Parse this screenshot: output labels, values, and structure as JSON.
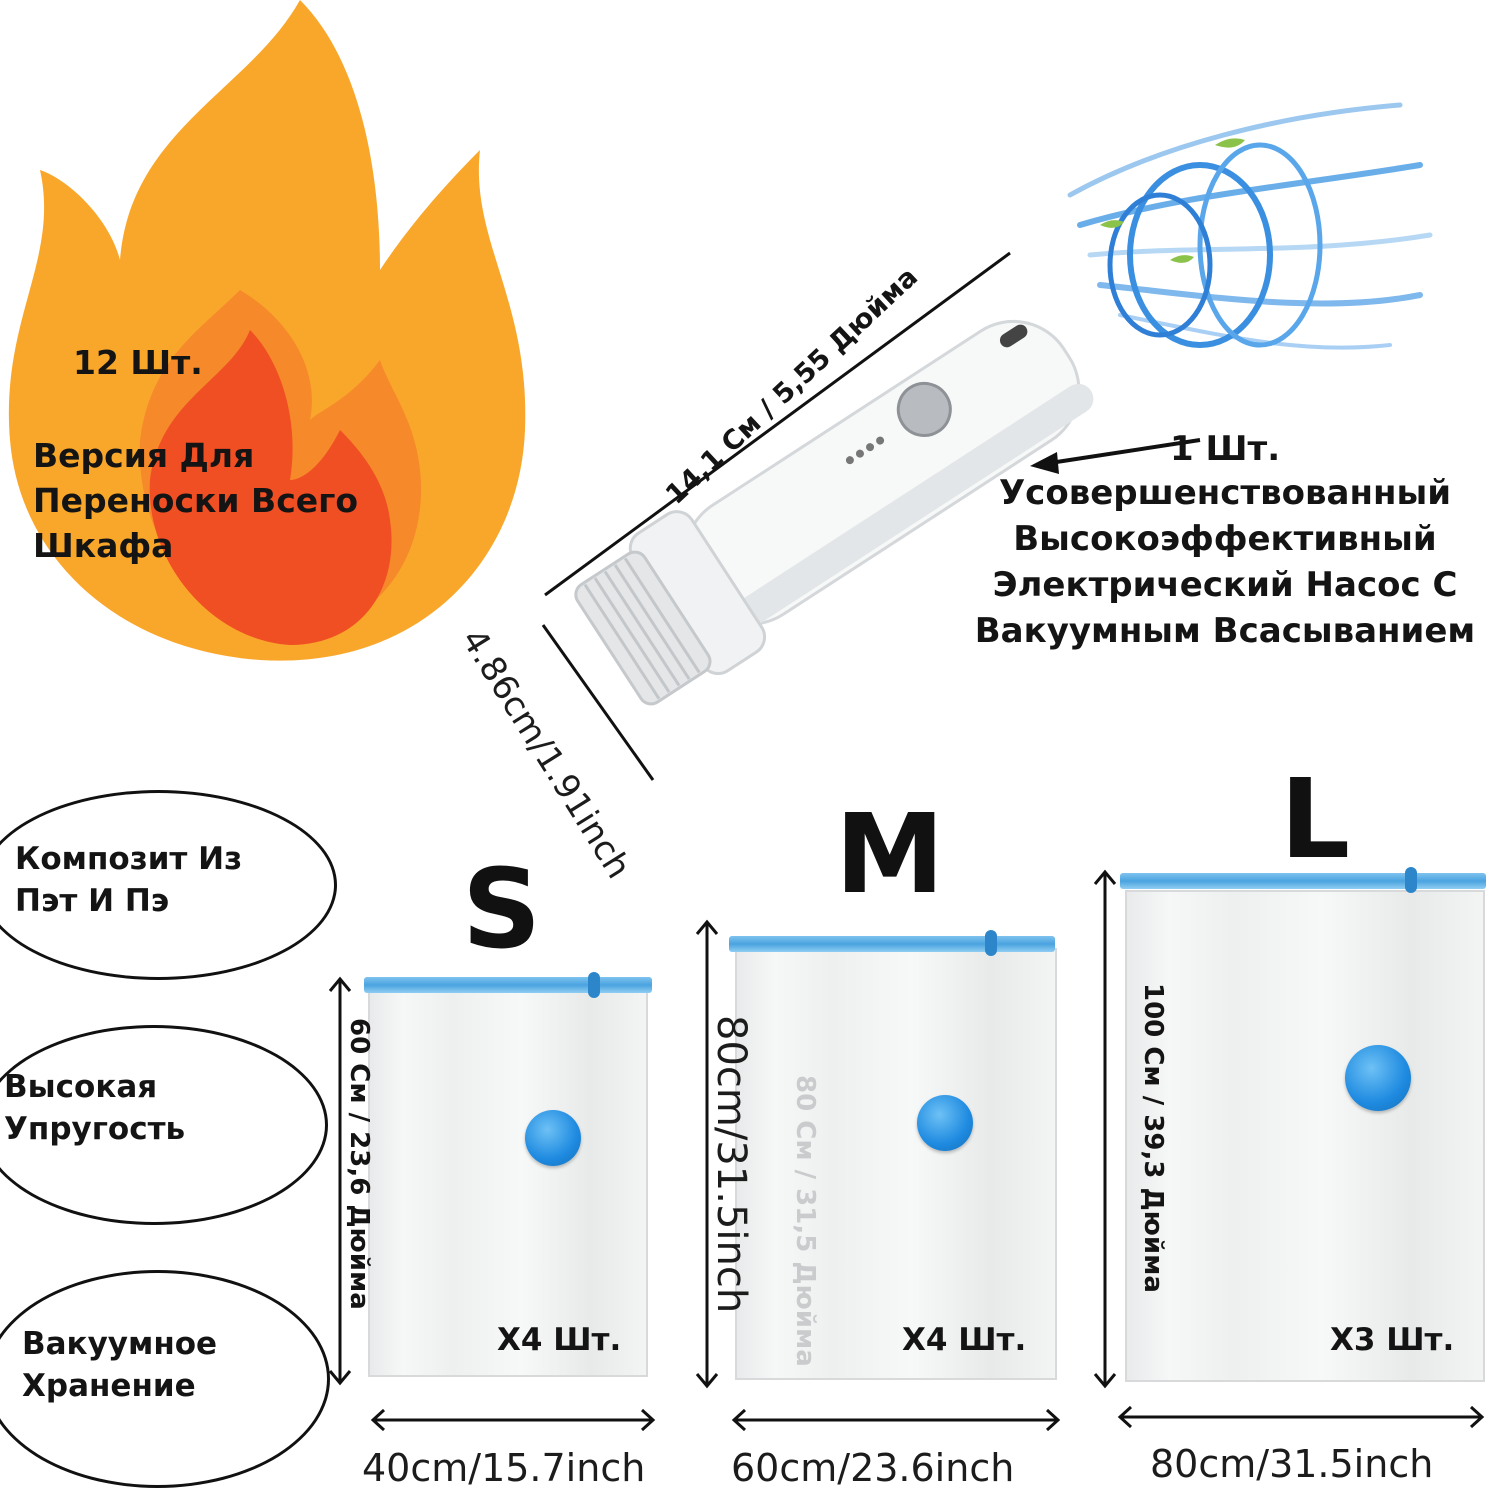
{
  "promo": {
    "count": "12 Шт.",
    "version_line1": "Версия Для",
    "version_line2": "Переноски Всего",
    "version_line3": "Шкафа"
  },
  "pump": {
    "length_label": "14,1 См / 5,55 Дюйма",
    "diameter_label": "4.86cm/1.91inch",
    "count": "1 Шт.",
    "desc_line1": "Усовершенствованный",
    "desc_line2": "Высокоэффективный",
    "desc_line3": "Электрический Насос С",
    "desc_line4": "Вакуумным Всасыванием"
  },
  "features": [
    {
      "line1": "Композит Из",
      "line2": "Пэт И Пэ"
    },
    {
      "line1": "Высокая",
      "line2": "Упругость"
    },
    {
      "line1": "Вакуумное",
      "line2": "Хранение"
    }
  ],
  "bags": [
    {
      "size": "S",
      "height_label": "60 См / 23,6 Дюйма",
      "width_label": "40cm/15.7inch",
      "qty": "X4 Шт."
    },
    {
      "size": "M",
      "height_label": "80cm/31.5inch",
      "height_label_alt": "80 См / 31,5 Дюйма",
      "width_label": "60cm/23.6inch",
      "qty": "X4 Шт."
    },
    {
      "size": "L",
      "height_label": "100 См / 39,3 Дюйма",
      "width_label": "80cm/31.5inch",
      "qty": "X3 Шт."
    }
  ],
  "colors": {
    "flame_outer": "#f9a72b",
    "flame_inner": "#f04e23",
    "valve": "#1e8ae0",
    "zip": "#4aa3e0"
  }
}
